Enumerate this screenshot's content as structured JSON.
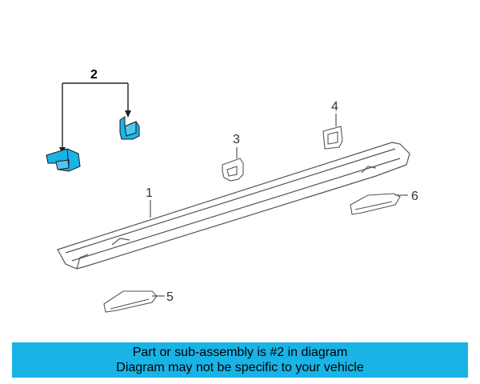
{
  "callouts": {
    "c1": "1",
    "c2": "2",
    "c3": "3",
    "c4": "4",
    "c5": "5",
    "c6": "6"
  },
  "banner": {
    "line1": "Part or sub-assembly is #2 in diagram",
    "line2": "Diagram may not be specific to your vehicle"
  },
  "colors": {
    "highlight": "#1ab3e6",
    "line": "#555555",
    "banner": "#1ab3e6"
  }
}
